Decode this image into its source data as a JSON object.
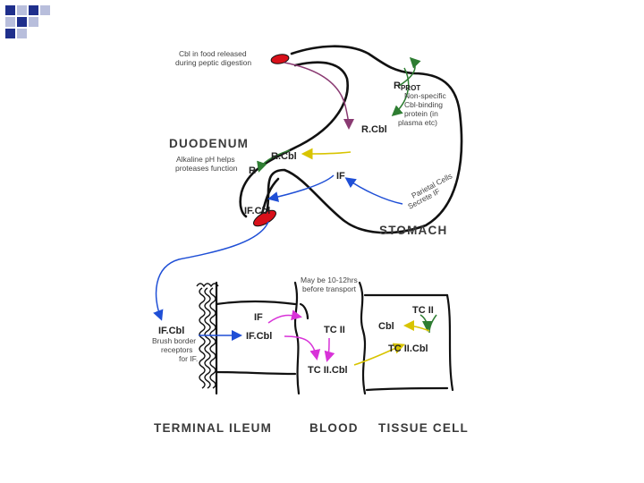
{
  "stomach_region": {
    "title": "STOMACH",
    "note_line1": "Cbl in food released",
    "note_line2": "during peptic digestion",
    "rprot_main": "R",
    "rprot_sub": "PROT",
    "rprot_desc1": "Non-specific",
    "rprot_desc2": "Cbl-binding",
    "rprot_desc3": "protein (in",
    "rprot_desc4": "plasma etc)",
    "rcbl_top": "R.Cbl",
    "parietal1": "Parietal Cells",
    "parietal2": "Secrete IF",
    "if_label": "IF"
  },
  "duodenum_region": {
    "title": "DUODENUM",
    "note1": "Alkaline pH helps",
    "note2": "proteases function",
    "rcbl": "R.Cbl",
    "r": "R",
    "ifcbl": "IF.Cbl"
  },
  "ileum_region": {
    "title": "TERMINAL ILEUM",
    "ifcbl": "IF.Cbl",
    "brush1": "Brush border",
    "brush2": "receptors",
    "brush3": "for IF.",
    "if_inner": "IF",
    "ifcbl_inner": "IF.Cbl"
  },
  "blood_region": {
    "title": "BLOOD",
    "note1": "May be 10-12hrs",
    "note2": "before transport",
    "tc2": "TC II",
    "tc2cbl": "TC II.Cbl"
  },
  "tissue_region": {
    "title": "TISSUE CELL",
    "tc2": "TC II",
    "cbl": "Cbl",
    "tc2cbl": "TC II.Cbl"
  },
  "colors": {
    "corner_navy": "#1f2f8c",
    "corner_light": "#b8bedc",
    "outline": "#111111",
    "purple_arrow": "#8a3a72",
    "green_arrow": "#2e7d32",
    "yellow_arrow": "#d8c400",
    "blue_arrow": "#1f4fd6",
    "magenta_arrow": "#d832d8",
    "red_band": "#d8101a"
  }
}
